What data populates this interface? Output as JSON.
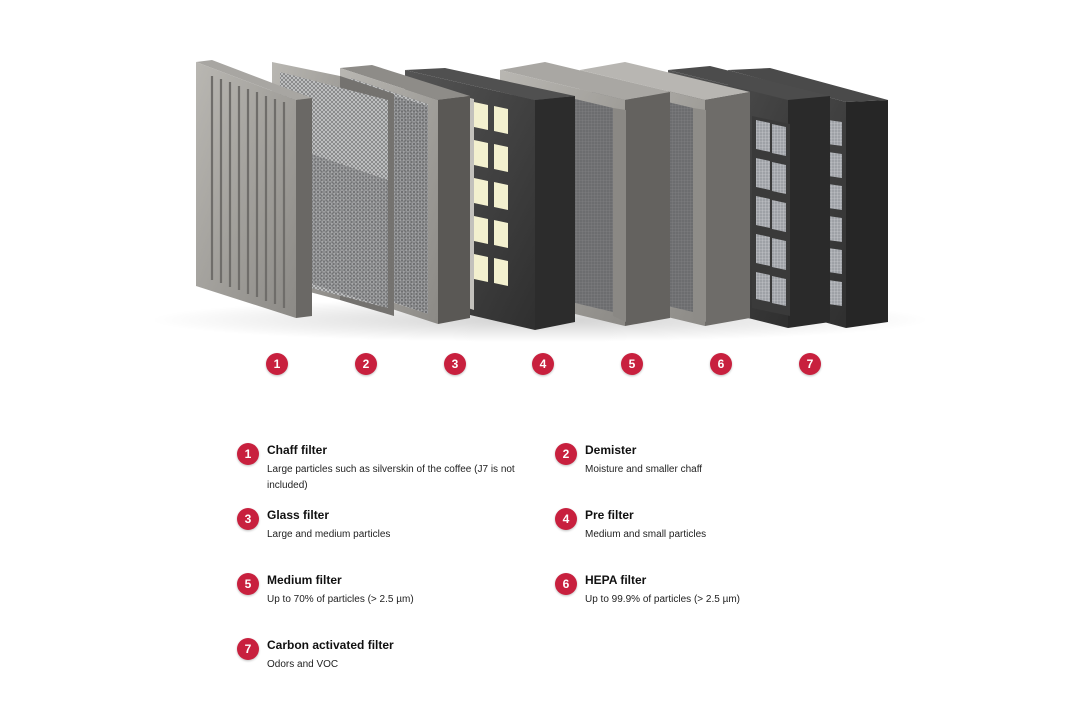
{
  "colors": {
    "badge": "#c8203e",
    "frame_light": "#a3a19d",
    "frame_dark": "#3e3e3e",
    "pad": "#f3f0cf"
  },
  "filters": [
    {
      "num": "1",
      "title": "Chaff filter",
      "desc": "Large particles such as silverskin of the coffee (J7 is not included)"
    },
    {
      "num": "2",
      "title": "Demister",
      "desc": "Moisture and smaller chaff"
    },
    {
      "num": "3",
      "title": "Glass filter",
      "desc": "Large and medium particles"
    },
    {
      "num": "4",
      "title": "Pre filter",
      "desc": "Medium and small particles"
    },
    {
      "num": "5",
      "title": "Medium filter",
      "desc": "Up to 70% of particles (> 2.5 µm)"
    },
    {
      "num": "6",
      "title": "HEPA filter",
      "desc": "Up to 99.9% of particles (> 2.5 µm)"
    },
    {
      "num": "7",
      "title": "Carbon activated filter",
      "desc": "Odors and VOC"
    }
  ]
}
